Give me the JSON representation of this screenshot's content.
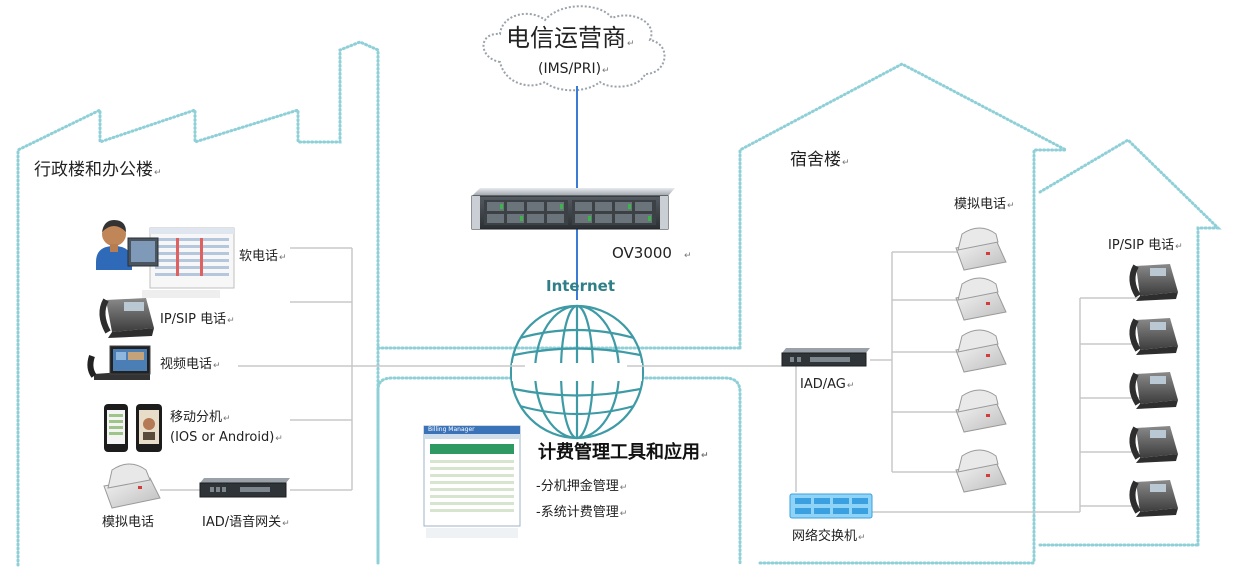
{
  "carrier": {
    "title": "电信运营商",
    "subtitle": "(IMS/PRI)"
  },
  "server": {
    "label": "OV3000"
  },
  "internet": {
    "label": "Internet"
  },
  "buildings": {
    "admin": {
      "title": "行政楼和办公楼"
    },
    "dorm": {
      "title": "宿舍楼"
    }
  },
  "admin_devices": {
    "softphone": "软电话",
    "ipphone": "IP/SIP 电话",
    "videophone": "视频电话",
    "mobile_line1": "移动分机",
    "mobile_line2": "(IOS or Android)",
    "analog": "模拟电话",
    "iad": "IAD/语音网关"
  },
  "billing": {
    "title": "计费管理工具和应用",
    "items": [
      "-分机押金管理",
      "-系统计费管理"
    ],
    "window_title": "Billing Manager"
  },
  "dorm_devices": {
    "analog_header": "模拟电话",
    "ip_header": "IP/SIP 电话",
    "iad": "IAD/AG",
    "switch": "网络交换机"
  },
  "marks": {
    "return": "↵"
  },
  "colors": {
    "outline": "#8fd0d8",
    "connector": "#c8c8c8",
    "uplink": "#3a7bd5",
    "globe": "#3e9ba6",
    "switch": "#3aa0e0"
  }
}
